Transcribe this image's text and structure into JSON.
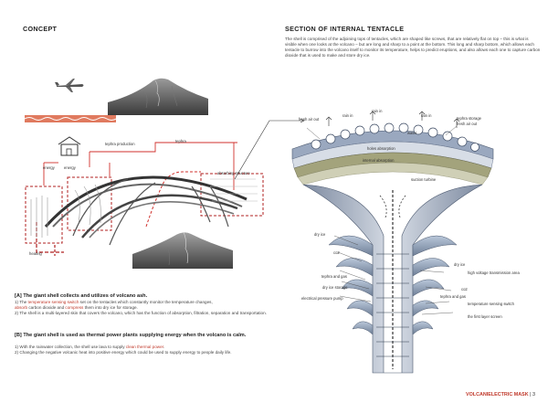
{
  "concept": {
    "title": "CONCEPT",
    "labels": {
      "tephra_production": "tephra production",
      "tephra": "tephra",
      "energy_1": "energy",
      "energy_2": "energy",
      "absorbing_structure": "absorbing structure",
      "heating": "heating"
    }
  },
  "section": {
    "title": "SECTION OF INTERNAL TENTACLE",
    "description": "The shell is comprised of the adjoining tops of tentacles, which are shaped like screws, that are relatively flat on top – this is what is visible when one looks at the volcano – but are long and sharp to a point at the bottom. This long and sharp bottom, which allows each tentacle to burrow into the volcano itself to monitor its temperature, helps to predict eruptions, and also allows each one to capture carbon dioxide that is used to make and store dry ice.",
    "labels": {
      "fresh_air_out": "fresh air out",
      "rain_in_1": "rain in",
      "rain_in_2": "rain in",
      "rain_in_3": "rain in",
      "tephra_storage": "tephra storage",
      "fresh_air_out_2": "fresh air out",
      "water": "water",
      "holes_absorption": "holes absorption",
      "internal_absorption": "internal absorption",
      "suction_turbine": "suction turbine",
      "dry_ice_1": "dry ice",
      "co2_1": "co2",
      "tephra_and_gas": "tephra and gas",
      "dry_ice_storage": "dry ice storage",
      "electrical_pressure_pump": "electrical pressure pump",
      "dry_ice_2": "dry ice",
      "high_voltage": "high voltage transmission area",
      "co2_2": "co2",
      "tephra_and_gas_2": "tephra and gas",
      "temperature_sensing_switch": "temperature sensing switch",
      "first_layer_screen": "the first layer screen"
    }
  },
  "notes": {
    "a_title": "[A] The giant shell collects and utilizes of volcano ash.",
    "a_1_pre": "1) The ",
    "a_1_red": "temperature sensing switch",
    "a_1_post": " set on the tentacles which constantly monitor the temperature changes,",
    "a_2_red1": "absorb",
    "a_2_mid": " carbon dioxide and ",
    "a_2_red2": "compress",
    "a_2_post": " them into dry ice for storage.",
    "a_3": "2) The shell is a multi-layered skin that covers the volcano, which has the function of absorption, filtration, separation and transportation.",
    "b_title": "[B] The giant shell is used as thermal power plants supplying energy when the volcano is calm.",
    "b_1_pre": "1) With the rainwater collection, the shell use lava to supply ",
    "b_1_red": "clean thermal power",
    "b_1_post": ".",
    "b_2": "2) Changing the negative volcanic heat into positive energy which could be used to supply energy to people daily life."
  },
  "footer": {
    "brand": "VOLCANIELECTRIC MASK",
    "separator": "|",
    "page": "3"
  },
  "colors": {
    "accent_red": "#c0392b",
    "diagram_red": "#d0312d",
    "grey_dark": "#444444"
  }
}
